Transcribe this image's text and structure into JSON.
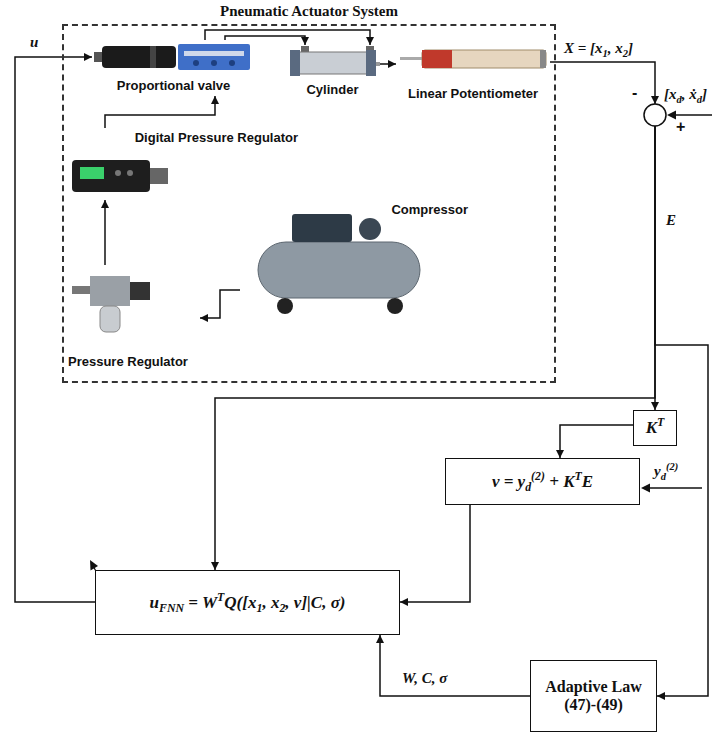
{
  "diagram": {
    "nodes": [
      {
        "text": [
          "Pneumatic Actuator System"
        ]
      },
      {
        "text": [
          "Proportional valve"
        ],
        "in": 0
      },
      {
        "text": [
          "Cylinder"
        ],
        "in": 0
      },
      {
        "text": [
          "Linear Potentiometer"
        ],
        "in": 0
      },
      {
        "text": [
          "Digital Pressure Regulator"
        ],
        "in": 0
      },
      {
        "text": [
          "Compressor"
        ],
        "in": 0
      },
      {
        "text": [
          "Pressure Regulator"
        ],
        "in": 0
      },
      {
        "text": [
          "-",
          "+"
        ]
      },
      {
        "text": [
          "KT"
        ]
      },
      {
        "text": [
          "v = yd(2) + KTE"
        ]
      },
      {
        "text": [
          "uFNN = WTQ([x1, x2, v]|C, σ)"
        ]
      },
      {
        "text": [
          "Adaptive Law (47)-(49)"
        ]
      }
    ],
    "edges": [
      {
        "from": 1,
        "to": 2,
        "arrow": "to"
      },
      {
        "from": 1,
        "to": 2,
        "arrow": "to"
      },
      {
        "from": 2,
        "to": 3,
        "arrow": "to"
      },
      {
        "from": 3,
        "to": 7,
        "label": "X = [x1, x2]",
        "arrow": "to"
      },
      {
        "from": 7,
        "to": 8,
        "label": "E",
        "arrow": "to"
      },
      {
        "from": 7,
        "to": 11,
        "arrow": "to"
      },
      {
        "from": 7,
        "to": 10,
        "arrow": "to"
      },
      {
        "from": 8,
        "to": 9,
        "arrow": "to"
      },
      {
        "from": 9,
        "to": 10,
        "arrow": "to"
      },
      {
        "from": 10,
        "to": 1,
        "label": "u",
        "arrow": "to"
      },
      {
        "from": 11,
        "to": 10,
        "label": "W, C, σ",
        "arrow": "to"
      },
      {
        "from": 5,
        "to": 6,
        "arrow": "to"
      },
      {
        "from": 6,
        "to": 4,
        "arrow": "to"
      },
      {
        "from": 4,
        "to": 1,
        "arrow": "to"
      }
    ],
    "labels": [
      "[xd, ẋd]",
      "yd(2)"
    ]
  }
}
